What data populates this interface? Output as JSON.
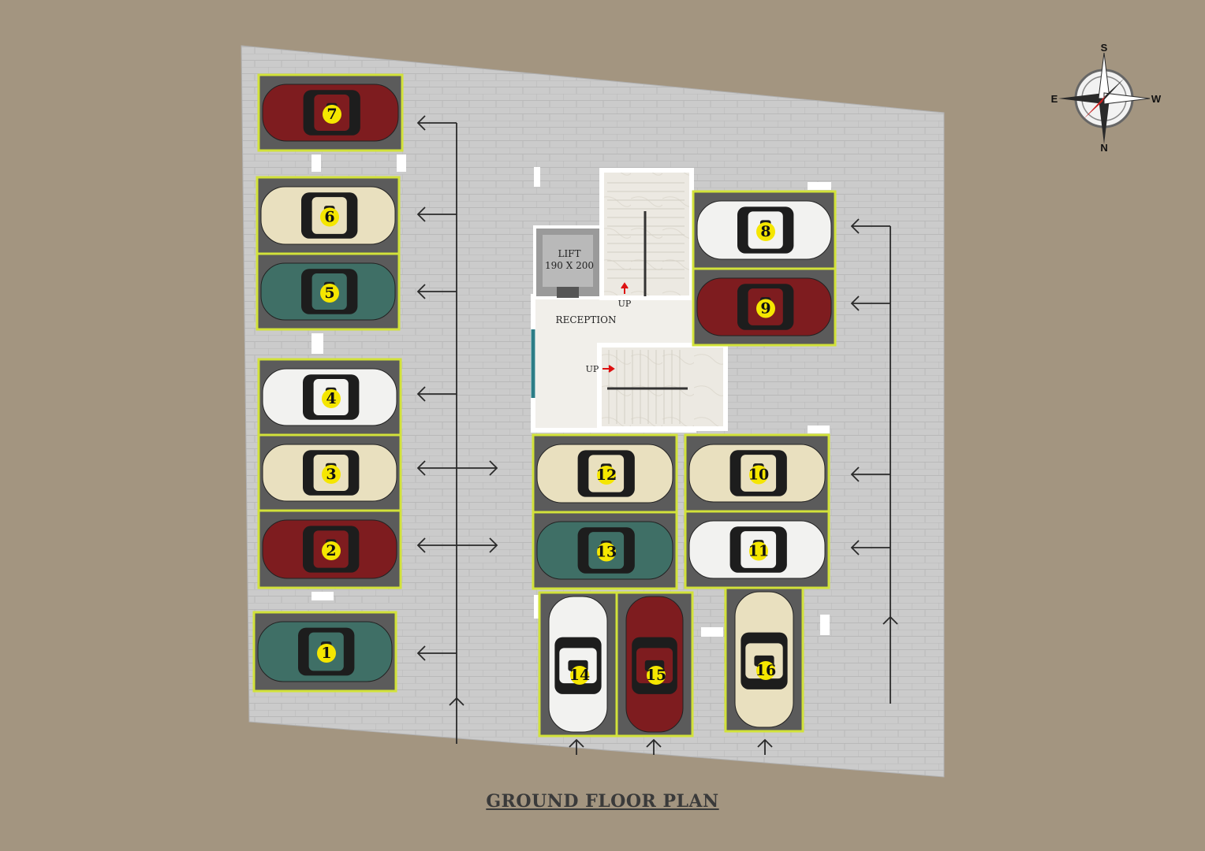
{
  "title": "GROUND FLOOR PLAN",
  "compass": {
    "top": "S",
    "bottom": "N",
    "left": "E",
    "right": "W"
  },
  "lift": {
    "label": "LIFT",
    "size": "190 X 200"
  },
  "reception": "RECEPTION",
  "stairs_up": [
    "UP",
    "UP"
  ],
  "colors": {
    "background": "#a39580",
    "floor": "#c9c9c9",
    "bay_outline": "#d2e23a",
    "number_badge": "#f5e600",
    "car_red": "#7e1c1f",
    "car_white": "#f2f2f0",
    "car_cream": "#e9e0bf",
    "car_teal": "#3f6f66"
  },
  "parking": [
    {
      "number": "1",
      "color": "teal"
    },
    {
      "number": "2",
      "color": "red"
    },
    {
      "number": "3",
      "color": "cream"
    },
    {
      "number": "4",
      "color": "white"
    },
    {
      "number": "5",
      "color": "teal"
    },
    {
      "number": "6",
      "color": "cream"
    },
    {
      "number": "7",
      "color": "red"
    },
    {
      "number": "8",
      "color": "white"
    },
    {
      "number": "9",
      "color": "red"
    },
    {
      "number": "10",
      "color": "cream"
    },
    {
      "number": "11",
      "color": "white"
    },
    {
      "number": "12",
      "color": "cream"
    },
    {
      "number": "13",
      "color": "teal"
    },
    {
      "number": "14",
      "color": "white"
    },
    {
      "number": "15",
      "color": "red"
    },
    {
      "number": "16",
      "color": "cream"
    }
  ]
}
